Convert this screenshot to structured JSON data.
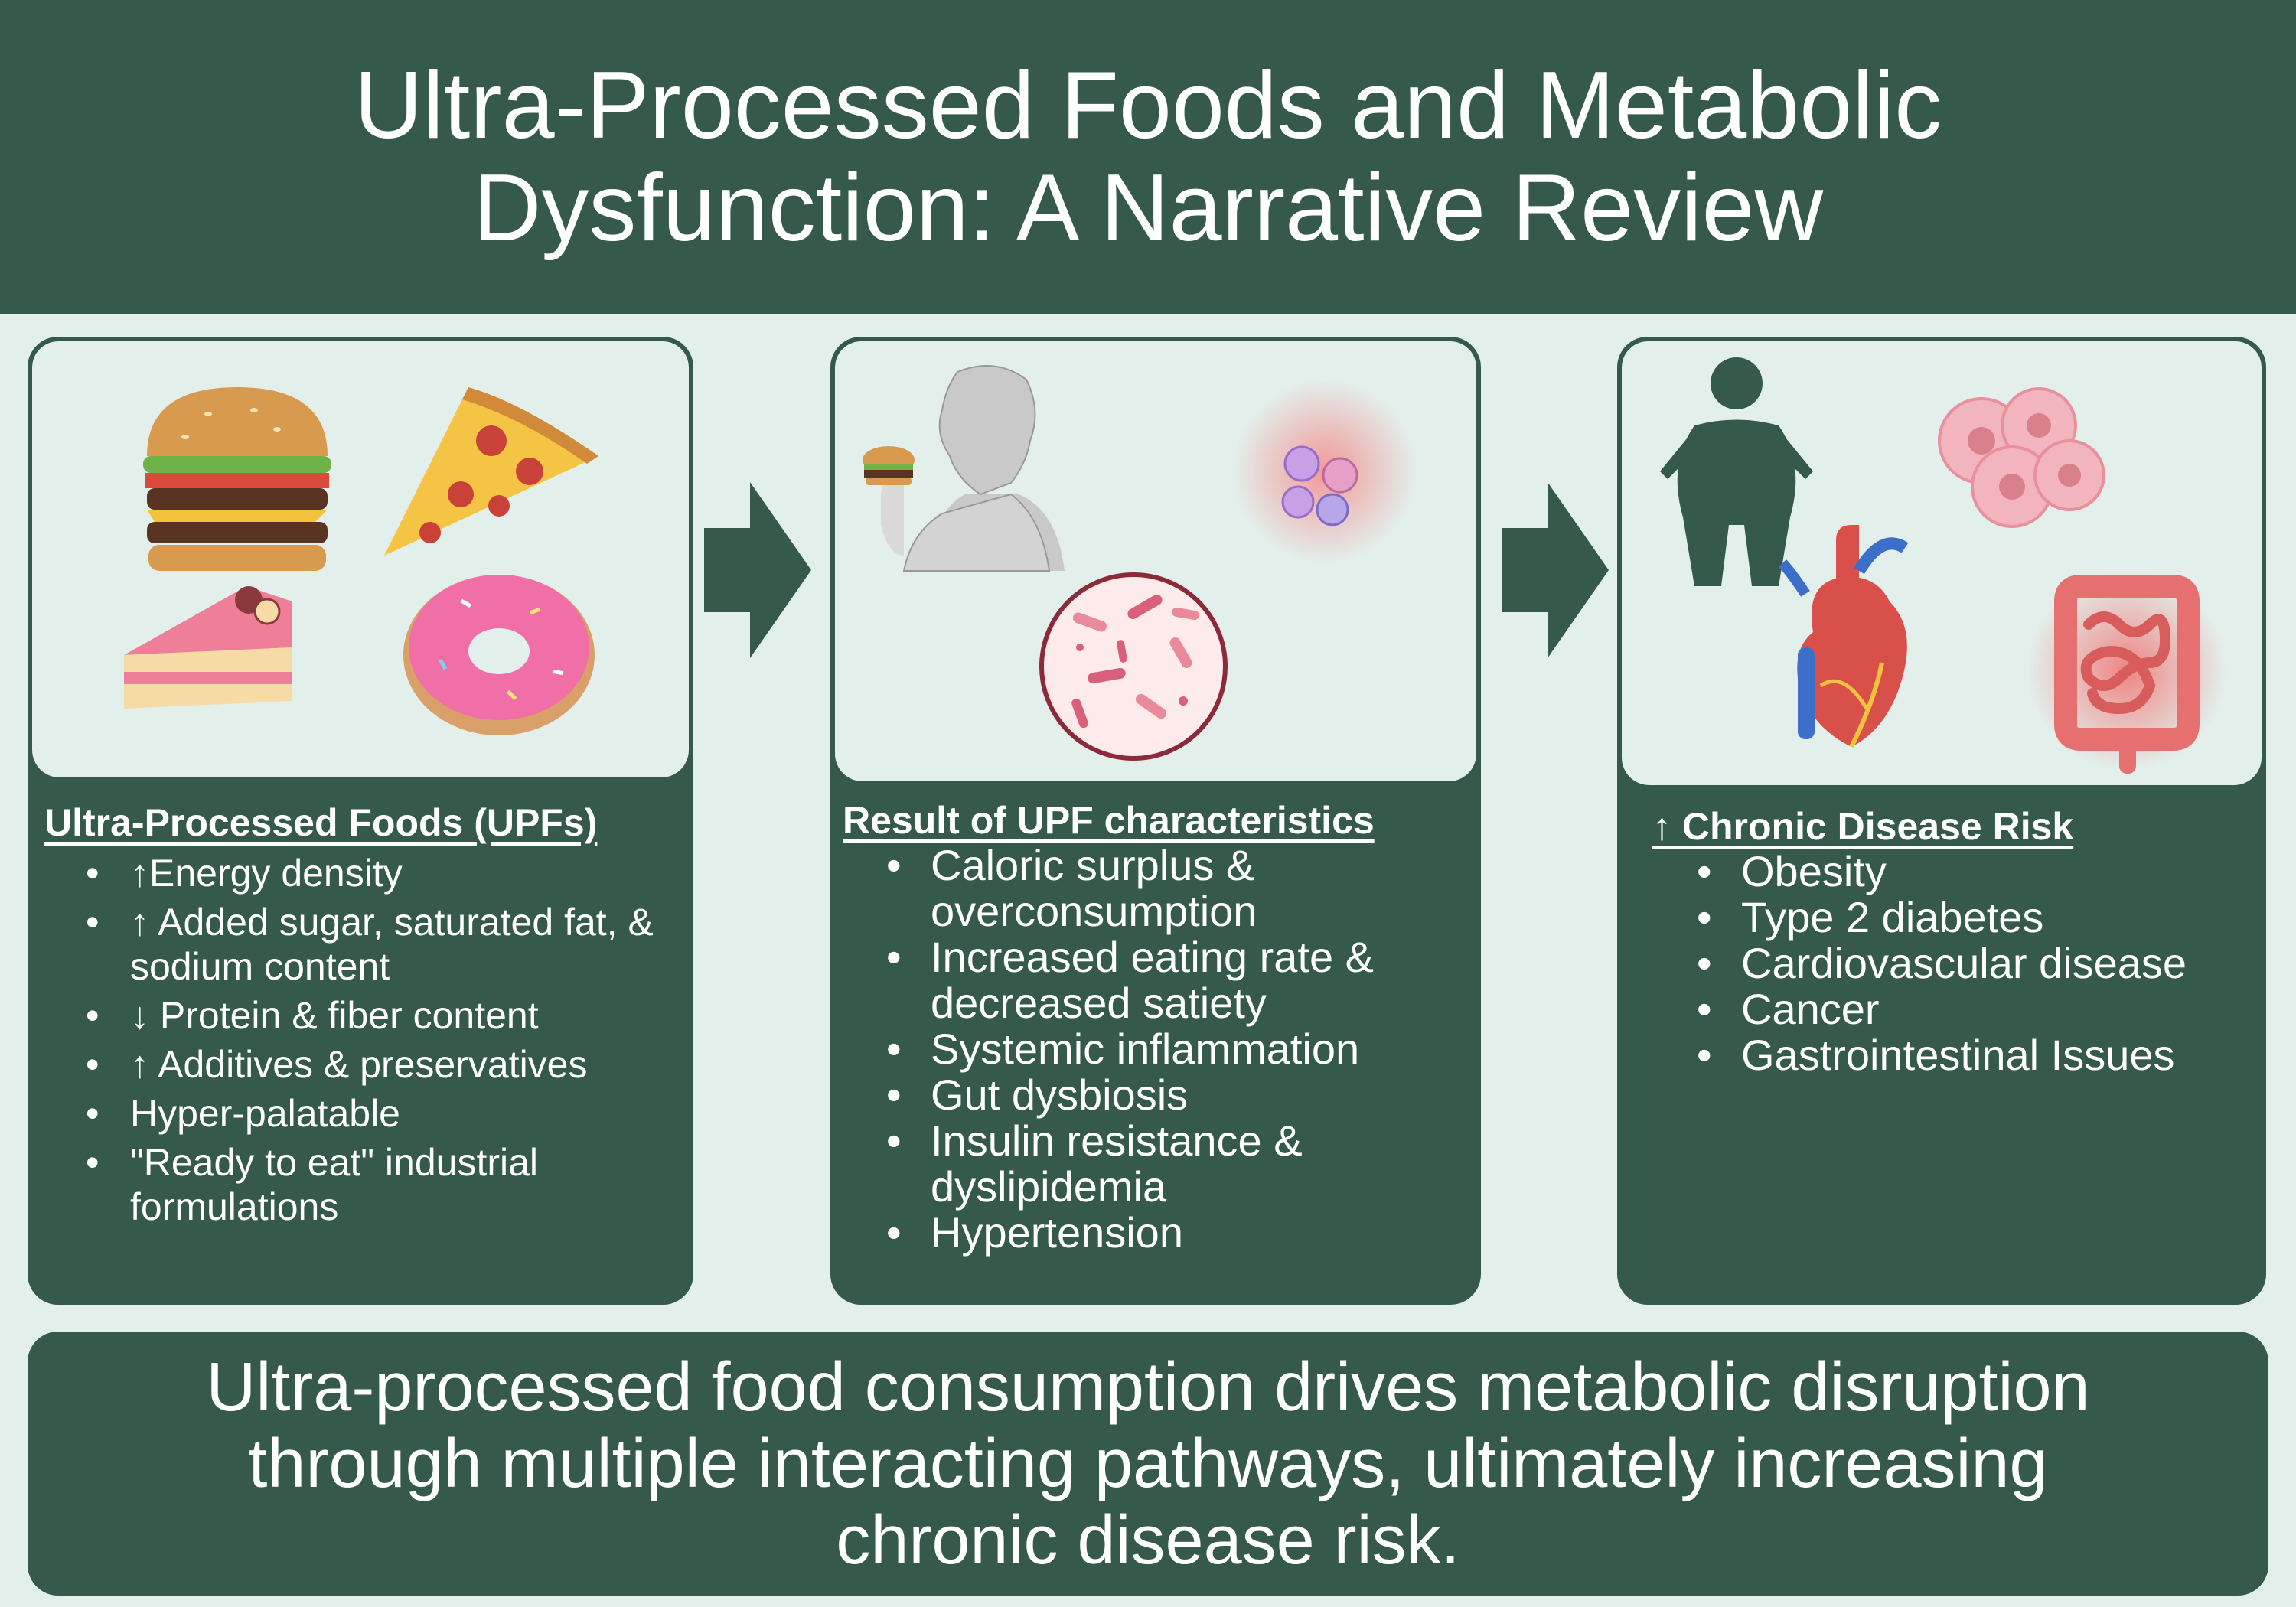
{
  "title": "Ultra-Processed Foods and Metabolic Dysfunction: A Narrative Review",
  "colors": {
    "dark_green": "#355a4c",
    "light_bg": "#e3efeb",
    "text": "#ffffff"
  },
  "panels": [
    {
      "heading": "Ultra-Processed Foods (UPFs)",
      "icons": [
        "burger-icon",
        "pizza-slice-icon",
        "cake-slice-icon",
        "donut-icon"
      ],
      "items": [
        "↑Energy density",
        "↑ Added sugar, saturated fat, & sodium content",
        "↓ Protein & fiber content",
        "↑ Additives & preservatives",
        "Hyper-palatable",
        "\"Ready to eat\" industrial formulations"
      ]
    },
    {
      "heading": "Result of UPF characteristics",
      "icons": [
        "person-eating-icon",
        "inflammation-cells-icon",
        "gut-bacteria-icon"
      ],
      "items": [
        "Caloric surplus & overconsumption",
        "Increased eating rate & decreased satiety",
        "Systemic inflammation",
        "Gut dysbiosis",
        "Insulin resistance & dyslipidemia",
        "Hypertension"
      ]
    },
    {
      "heading": "↑ Chronic Disease Risk",
      "icons": [
        "obese-person-icon",
        "cancer-cells-icon",
        "heart-icon",
        "intestine-icon"
      ],
      "items": [
        "Obesity",
        "Type 2 diabetes",
        "Cardiovascular disease",
        "Cancer",
        "Gastrointestinal Issues"
      ]
    }
  ],
  "conclusion": "Ultra-processed food consumption drives metabolic disruption through multiple interacting pathways, ultimately increasing chronic disease risk."
}
